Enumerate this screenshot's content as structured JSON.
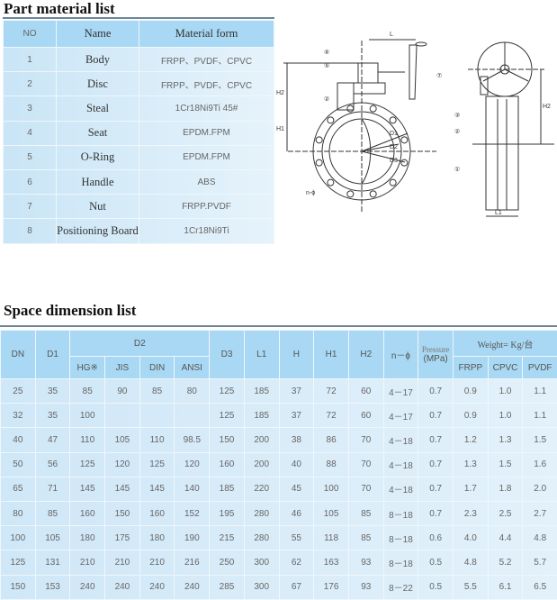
{
  "part_material": {
    "title": "Part material list",
    "headers": [
      "NO",
      "Name",
      "Material form"
    ],
    "rows": [
      [
        "1",
        "Body",
        "FRPP、PVDF、CPVC"
      ],
      [
        "2",
        "Disc",
        "FRPP、PVDF、CPVC"
      ],
      [
        "3",
        "Steal",
        "1Cr18Ni9Ti 45#"
      ],
      [
        "4",
        "Seat",
        "EPDM.FPM"
      ],
      [
        "5",
        "O-Ring",
        "EPDM.FPM"
      ],
      [
        "6",
        "Handle",
        "ABS"
      ],
      [
        "7",
        "Nut",
        "FRPP.PVDF"
      ],
      [
        "8",
        "Positioning Board",
        "1Cr18Ni9Ti"
      ]
    ]
  },
  "diagram": {
    "labels": [
      "L",
      "H2",
      "H1",
      "D1",
      "D2",
      "D3",
      "n-ϕ",
      "L1",
      "H2"
    ],
    "callouts": [
      "④",
      "⑤",
      "②",
      "⑦",
      "③",
      "②",
      "①"
    ]
  },
  "space_dimension": {
    "title": "Space dimension  list",
    "headers": {
      "dn": "DN",
      "d1": "D1",
      "d2": "D2",
      "d2_sub": [
        "HG※",
        "JIS",
        "DIN",
        "ANSI"
      ],
      "d3": "D3",
      "l1": "L1",
      "h": "H",
      "h1": "H1",
      "h2": "H2",
      "n_phi": "n－ϕ",
      "pressure": "Pressure",
      "pressure_unit": "(MPa)",
      "weight": "Weight= Kg/台",
      "weight_sub": [
        "FRPP",
        "CPVC",
        "PVDF"
      ]
    },
    "rows": [
      [
        "25",
        "35",
        "85",
        "90",
        "85",
        "80",
        "125",
        "185",
        "37",
        "72",
        "60",
        "4－17",
        "0.7",
        "0.9",
        "1.0",
        "1.1"
      ],
      [
        "32",
        "35",
        "100",
        "",
        "",
        "",
        "125",
        "185",
        "37",
        "72",
        "60",
        "4－17",
        "0.7",
        "0.9",
        "1.0",
        "1.1"
      ],
      [
        "40",
        "47",
        "110",
        "105",
        "110",
        "98.5",
        "150",
        "200",
        "38",
        "86",
        "70",
        "4－18",
        "0.7",
        "1.2",
        "1.3",
        "1.5"
      ],
      [
        "50",
        "56",
        "125",
        "120",
        "125",
        "120",
        "160",
        "200",
        "40",
        "88",
        "70",
        "4－18",
        "0.7",
        "1.3",
        "1.5",
        "1.6"
      ],
      [
        "65",
        "71",
        "145",
        "145",
        "145",
        "140",
        "185",
        "220",
        "45",
        "100",
        "70",
        "4－18",
        "0.7",
        "1.7",
        "1.8",
        "2.0"
      ],
      [
        "80",
        "85",
        "160",
        "150",
        "160",
        "152",
        "195",
        "280",
        "46",
        "105",
        "85",
        "8－18",
        "0.7",
        "2.3",
        "2.5",
        "2.7"
      ],
      [
        "100",
        "105",
        "180",
        "175",
        "180",
        "190",
        "215",
        "280",
        "55",
        "118",
        "85",
        "8－18",
        "0.6",
        "4.0",
        "4.4",
        "4.8"
      ],
      [
        "125",
        "131",
        "210",
        "210",
        "210",
        "216",
        "250",
        "300",
        "62",
        "163",
        "93",
        "8－18",
        "0.5",
        "4.8",
        "5.2",
        "5.7"
      ],
      [
        "150",
        "153",
        "240",
        "240",
        "240",
        "240",
        "285",
        "300",
        "67",
        "176",
        "93",
        "8－22",
        "0.5",
        "5.5",
        "6.1",
        "6.5"
      ]
    ]
  }
}
